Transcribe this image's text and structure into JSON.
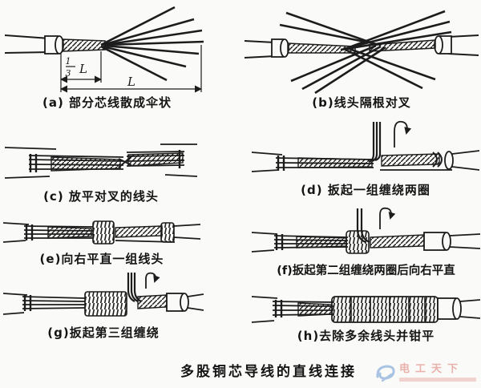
{
  "page": {
    "title": "多股铜芯导线的直线连接",
    "bg_color": "#fafaf8",
    "ink_color": "#1c1c1c"
  },
  "figure_dims": {
    "fraction_numerator": "1",
    "fraction_denominator": "3",
    "fraction_unit": "L",
    "total_length_label": "L"
  },
  "panels": [
    {
      "id": "a",
      "caption": "(a) 部分芯线散成伞状"
    },
    {
      "id": "b",
      "caption": "(b)线头隔根对叉"
    },
    {
      "id": "c",
      "caption": "(c) 放平对叉的线头"
    },
    {
      "id": "d",
      "caption": "(d) 扳起一组缠绕两圈"
    },
    {
      "id": "e",
      "caption": "(e)向右平直一组线头"
    },
    {
      "id": "f",
      "caption": "(f)扳起第二组缠绕两圈后向右平直"
    },
    {
      "id": "g",
      "caption": "(g)扳起第三组缠绕"
    },
    {
      "id": "h",
      "caption": "(h)去除多余线头并钳平"
    }
  ],
  "watermark": {
    "text": "电工天下",
    "text_color": "#d96a5f",
    "logo_color": "#5b8fd0"
  }
}
